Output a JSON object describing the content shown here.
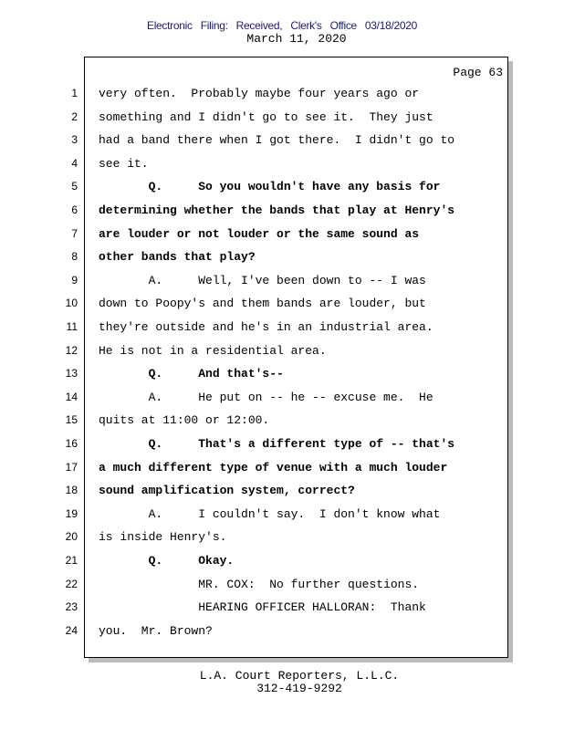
{
  "header": {
    "filing": "Electronic  Filing:  Received,  Clerk's  Office  03/18/2020",
    "date": "March 11, 2020"
  },
  "page_label": "Page 63",
  "lines": [
    {
      "n": "1",
      "t": "very often.  Probably maybe four years ago or",
      "b": false
    },
    {
      "n": "2",
      "t": "something and I didn't go to see it.  They just",
      "b": false
    },
    {
      "n": "3",
      "t": "had a band there when I got there.  I didn't go to",
      "b": false
    },
    {
      "n": "4",
      "t": "see it.",
      "b": false
    },
    {
      "n": "5",
      "t": "       Q.     So you wouldn't have any basis for",
      "b": true
    },
    {
      "n": "6",
      "t": "determining whether the bands that play at Henry's",
      "b": true
    },
    {
      "n": "7",
      "t": "are louder or not louder or the same sound as",
      "b": true
    },
    {
      "n": "8",
      "t": "other bands that play?",
      "b": true
    },
    {
      "n": "9",
      "t": "       A.     Well, I've been down to -- I was",
      "b": false
    },
    {
      "n": "10",
      "t": "down to Poopy's and them bands are louder, but",
      "b": false
    },
    {
      "n": "11",
      "t": "they're outside and he's in an industrial area.",
      "b": false
    },
    {
      "n": "12",
      "t": "He is not in a residential area.",
      "b": false
    },
    {
      "n": "13",
      "t": "       Q.     And that's--",
      "b": true
    },
    {
      "n": "14",
      "t": "       A.     He put on -- he -- excuse me.  He",
      "b": false
    },
    {
      "n": "15",
      "t": "quits at 11:00 or 12:00.",
      "b": false
    },
    {
      "n": "16",
      "t": "       Q.     That's a different type of -- that's",
      "b": true
    },
    {
      "n": "17",
      "t": "a much different type of venue with a much louder",
      "b": true
    },
    {
      "n": "18",
      "t": "sound amplification system, correct?",
      "b": true
    },
    {
      "n": "19",
      "t": "       A.     I couldn't say.  I don't know what",
      "b": false
    },
    {
      "n": "20",
      "t": "is inside Henry's.",
      "b": false
    },
    {
      "n": "21",
      "t": "       Q.     Okay.",
      "b": true
    },
    {
      "n": "22",
      "t": "              MR. COX:  No further questions.",
      "b": false
    },
    {
      "n": "23",
      "t": "              HEARING OFFICER HALLORAN:  Thank",
      "b": false
    },
    {
      "n": "24",
      "t": "you.  Mr. Brown?",
      "b": false
    }
  ],
  "footer": {
    "company": "L.A. Court Reporters, L.L.C.",
    "phone": "312-419-9292"
  }
}
